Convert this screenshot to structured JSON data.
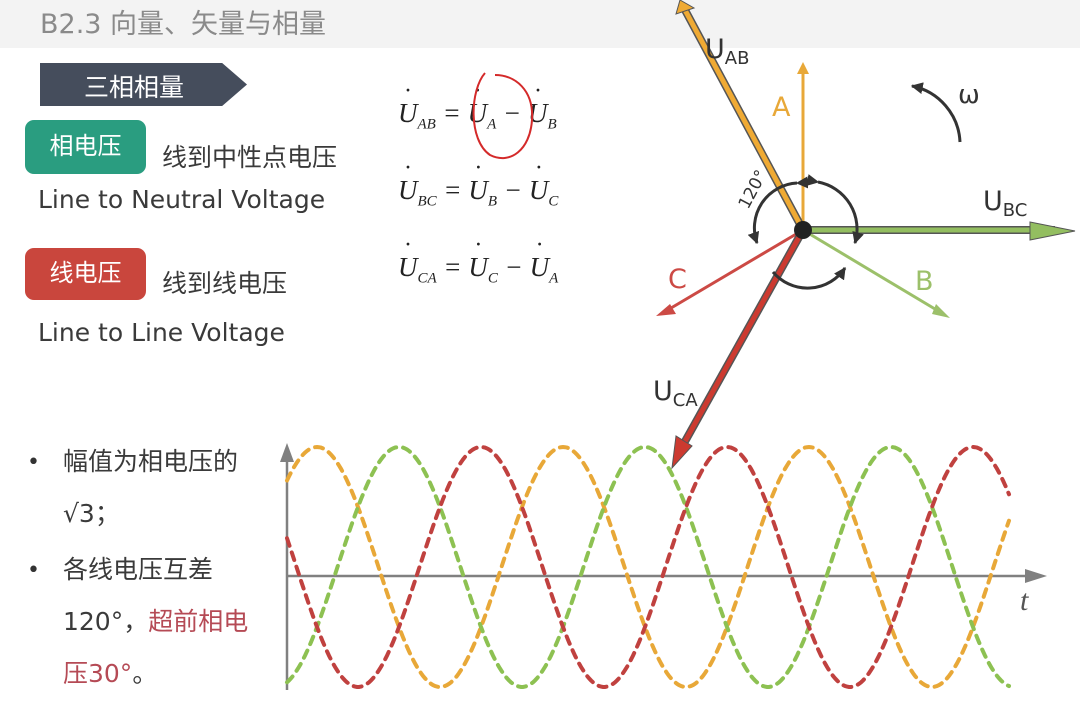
{
  "header": {
    "title": "B2.3 向量、矢量与相量"
  },
  "banner": {
    "label": "三相相量"
  },
  "phase_voltage": {
    "badge": "相电压",
    "desc_cn": "线到中性点电压",
    "desc_en": "Line to Neutral Voltage"
  },
  "line_voltage": {
    "badge": "线电压",
    "desc_cn": "线到线电压",
    "desc_en": "Line to Line Voltage"
  },
  "equations": [
    {
      "lhs": "U",
      "lhs_sub": "AB",
      "a": "U",
      "a_sub": "A",
      "b": "U",
      "b_sub": "B"
    },
    {
      "lhs": "U",
      "lhs_sub": "BC",
      "a": "U",
      "a_sub": "B",
      "b": "U",
      "b_sub": "C"
    },
    {
      "lhs": "U",
      "lhs_sub": "CA",
      "a": "U",
      "a_sub": "C",
      "b": "U",
      "b_sub": "A"
    }
  ],
  "phasor": {
    "labels": {
      "A": "A",
      "B": "B",
      "C": "C",
      "UAB": "U",
      "UAB_sub": "AB",
      "UBC": "U",
      "UBC_sub": "BC",
      "UCA": "U",
      "UCA_sub": "CA",
      "omega": "ω",
      "angle": "120°"
    }
  },
  "bullets": [
    {
      "text": "幅值为相电压的√3；",
      "hl": ""
    },
    {
      "text": "各线电压互差120°，",
      "hl": "超前相电压30°",
      "tail": "。"
    }
  ],
  "waveform": {
    "axis_label": "t",
    "phase_offset_deg": 120,
    "cycles": 3
  },
  "colors": {
    "a": "#E8A838",
    "b": "#8DC152",
    "c": "#C0413F",
    "ink": "#333333",
    "axis": "#808080"
  }
}
